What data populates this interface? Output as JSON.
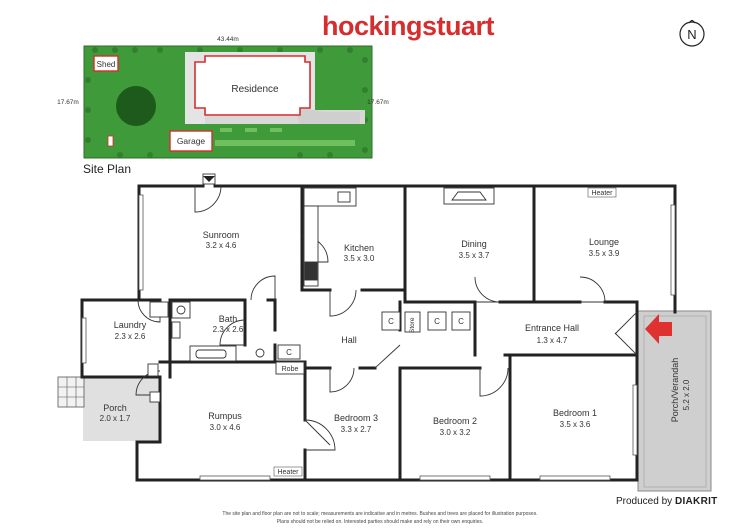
{
  "brand": {
    "name": "hockingstuart",
    "color": "#d62e2e"
  },
  "compass": {
    "label": "N"
  },
  "site_plan": {
    "caption": "Site Plan",
    "width_label": "43.44m",
    "depth_left_label": "17.67m",
    "depth_right_label": "17.67m",
    "buildings": {
      "residence": "Residence",
      "shed": "Shed",
      "garage": "Garage"
    },
    "colors": {
      "lawn": "#3f9a3a",
      "path": "#d8d8d8",
      "outline": "#d62e2e"
    }
  },
  "rooms": {
    "sunroom": {
      "name": "Sunroom",
      "dim": "3.2 x 4.6"
    },
    "kitchen": {
      "name": "Kitchen",
      "dim": "3.5 x 3.0"
    },
    "dining": {
      "name": "Dining",
      "dim": "3.5 x 3.7"
    },
    "lounge": {
      "name": "Lounge",
      "dim": "3.5 x 3.9"
    },
    "laundry": {
      "name": "Laundry",
      "dim": "2.3 x 2.6"
    },
    "bath": {
      "name": "Bath",
      "dim": "2.3 x 2.6"
    },
    "hall": {
      "name": "Hall"
    },
    "entrance_hall": {
      "name": "Entrance Hall",
      "dim": "1.3 x 4.7"
    },
    "porch": {
      "name": "Porch",
      "dim": "2.0 x 1.7"
    },
    "rumpus": {
      "name": "Rumpus",
      "dim": "3.0 x 4.6"
    },
    "bedroom3": {
      "name": "Bedroom 3",
      "dim": "3.3 x 2.7"
    },
    "bedroom2": {
      "name": "Bedroom 2",
      "dim": "3.0 x 3.2"
    },
    "bedroom1": {
      "name": "Bedroom 1",
      "dim": "3.5 x 3.6"
    },
    "verandah": {
      "name": "Porch/Verandah",
      "dim": "5.2 x 2.0"
    }
  },
  "labels": {
    "heater": "Heater",
    "robe": "Robe",
    "store": "Store",
    "cupboard": "C"
  },
  "produced_by": {
    "prefix": "Produced by",
    "name": "DIAKRIT"
  },
  "disclaimer": {
    "line1": "The site plan and floor plan are not to scale; measurements are indicative and in metres. Bushes and trees are placed for illustration purposes.",
    "line2": "Plans should not be relied on. Interested parties should make and rely on their own enquiries."
  }
}
